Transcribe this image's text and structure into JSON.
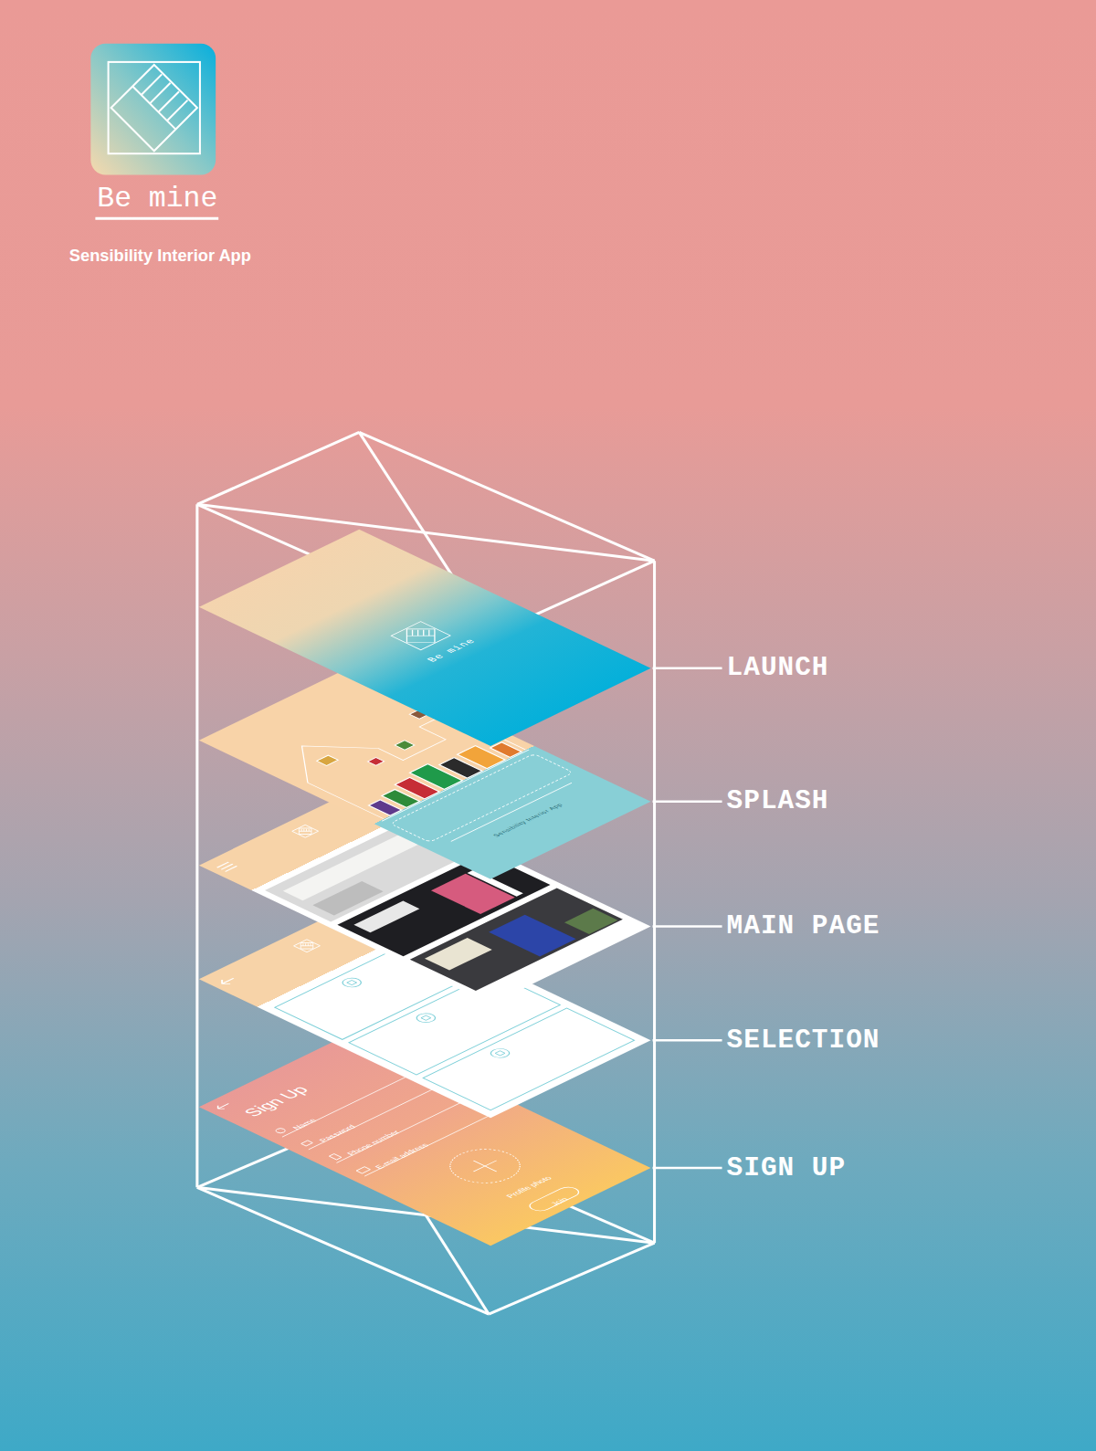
{
  "diagram": {
    "title": "Be mine",
    "labels": [
      "Sensibility Interior App",
      "LAUNCH",
      "SPLASH",
      "MAIN PAGE",
      "SELECTION",
      "SIGN UP",
      "Be mine",
      "Sensibility Interior App",
      "Sign Up",
      "Name",
      "Password",
      "Phone number",
      "E-mail address",
      "Profile photo",
      "Join"
    ]
  }
}
